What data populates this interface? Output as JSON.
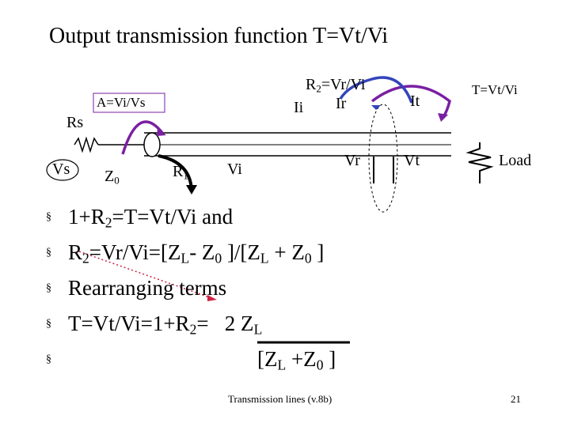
{
  "title": "Output transmission function T=Vt/Vi",
  "diagram": {
    "rs": "Rs",
    "vs": "Vs",
    "z0_main": "Z",
    "z0_sub": "0",
    "a_label": "A=Vi/Vs",
    "r1_main": "R",
    "r1_sub": "1",
    "vi": "Vi",
    "r2_main": "R",
    "r2_sub": "2",
    "r2_rest": "=Vr/Vi",
    "ii": "Ii",
    "ir": "Ir",
    "it": "It",
    "vr": "Vr",
    "vt": "Vt",
    "t_label": "T=Vt/Vi",
    "load": "Load"
  },
  "bullets": {
    "mark": "§",
    "b1_pre": "1+R",
    "b1_sub": "2",
    "b1_post": "=T=Vt/Vi and",
    "b2_r": "R",
    "b2_r_sub": "2",
    "b2_mid": "=Vr/Vi=[Z",
    "b2_l_sub": "L",
    "b2_dash": "- Z",
    "b2_0_sub": "0",
    "b2_mid2": " ]/[Z",
    "b2_l2_sub": "L",
    "b2_plus": " + Z",
    "b2_02_sub": "0",
    "b2_end": " ]",
    "b3": "Rearranging terms",
    "b4_pre": "T=Vt/Vi=1+R",
    "b4_sub": "2",
    "b4_mid": "=   2 Z",
    "b4_l_sub": "L",
    "b5_pre": "[Z",
    "b5_l_sub": "L",
    "b5_mid": " +Z",
    "b5_0_sub": "0",
    "b5_end": " ]"
  },
  "footer": {
    "source": "Transmission lines (v.8b)",
    "page": "21"
  },
  "colors": {
    "purple": "#7a1fa2",
    "blue": "#3344bb",
    "red_dotted": "#cc2244"
  }
}
